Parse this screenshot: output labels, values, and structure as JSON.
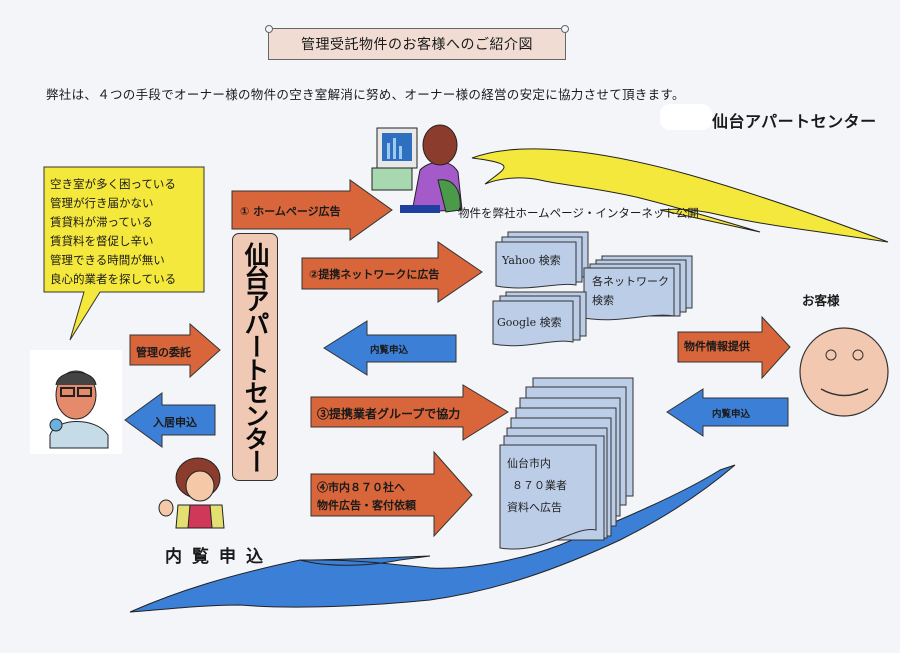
{
  "title": "管理受託物件のお客様へのご紹介図",
  "intro": "弊社は、４つの手段でオーナー様の物件の空き室解消に努め、オーナー様の経営の安定に協力させて頂きます。",
  "company_name": "仙台アパートセンター",
  "owner_concerns": [
    "空き室が多く困っている",
    "管理が行き届かない",
    "賃貸料が滞っている",
    "賃貸料を督促し辛い",
    "管理できる時間が無い",
    "良心的業者を探している"
  ],
  "methods": {
    "homepage": "① ホームページ広告",
    "network": "②提携ネットワークに広告",
    "partner_group": "③提携業者グループで協力",
    "local_line1": "④市内８７０社へ",
    "local_line2": "物件広告・客付依頼"
  },
  "owner_flows": {
    "management_entrust": "管理の委託",
    "move_in_application": "入居申込"
  },
  "viewing_request": "内覧申込",
  "homepage_caption": "物件を弊社ホームページ・インターネット公開",
  "search_docs": {
    "yahoo": "Yahoo 検索",
    "google": "Google 検索",
    "network_line1": "各ネットワーク",
    "network_line2": "検索"
  },
  "partner_docs": {
    "line1": "仙台市内",
    "line2": "８７０業者",
    "line3": "資料へ広告"
  },
  "customer": {
    "label": "お客様",
    "info_provision": "物件情報提供",
    "viewing_request": "内覧申込"
  },
  "viewing_request_large": "内覧申込",
  "colors": {
    "orange_arrow": "#d9663a",
    "blue_arrow": "#3c7fd6",
    "yellow_bubble": "#f5e83c",
    "doc_blue": "#bccde8",
    "banner": "#f0c9b5",
    "face": "#f3c8b0"
  }
}
